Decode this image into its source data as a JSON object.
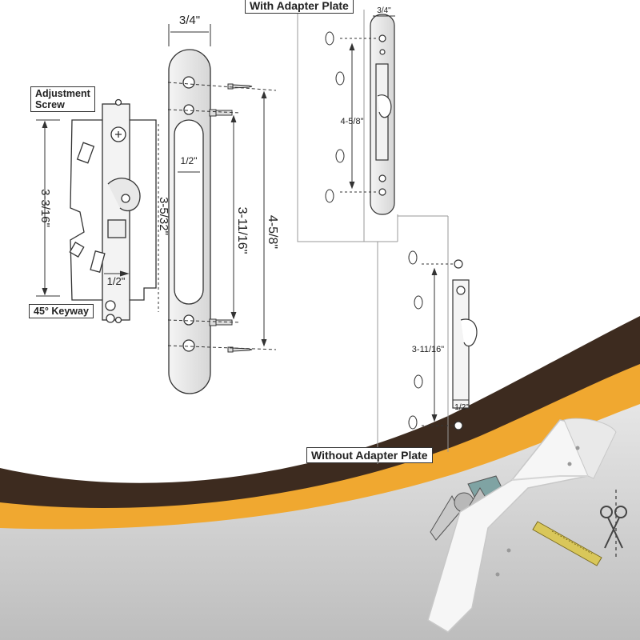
{
  "labels": {
    "adjustment_screw": "Adjustment\nScrew",
    "keyway": "45° Keyway",
    "with_plate": "With Adapter Plate",
    "without_plate": "Without Adapter Plate"
  },
  "dims": {
    "faceplate_width": "3/4\"",
    "slot_width": "1/2\"",
    "latch_offset": "1/2\"",
    "body_height": "3-3/16\"",
    "slot_height": "3-5/32\"",
    "inner_screw_span": "3-11/16\"",
    "outer_screw_span": "4-5/8\"",
    "plate_width": "3/4\"",
    "plate_screw_span": "4-5/8\"",
    "bare_screw_span": "3-11/16\"",
    "bare_latch": "1/2\""
  },
  "colors": {
    "brown": "#3d2b1f",
    "orange": "#f0a830",
    "gray": "#cfcfcf",
    "line": "#333333"
  }
}
